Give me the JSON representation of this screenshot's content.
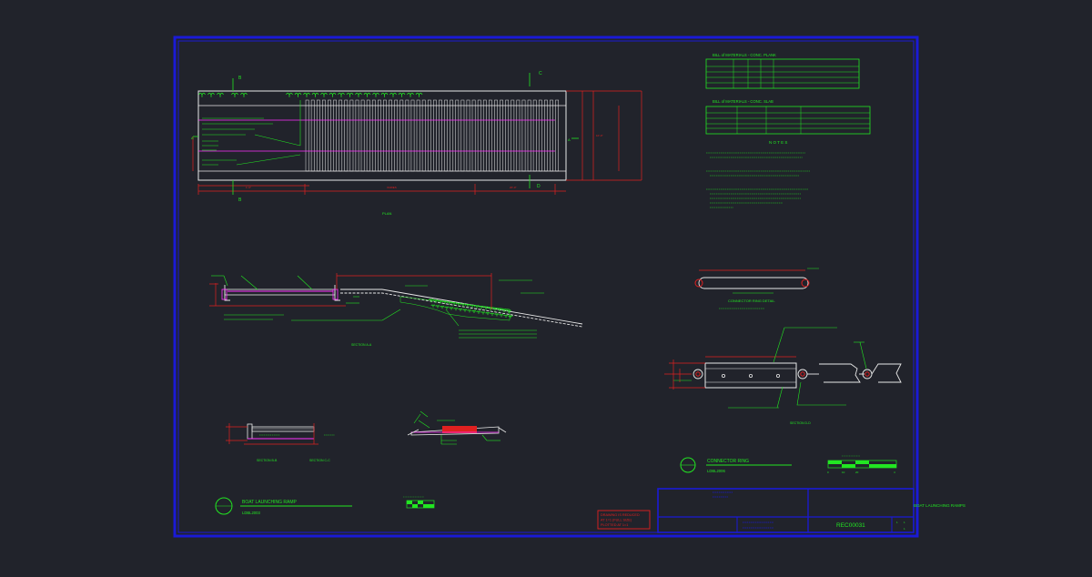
{
  "colors": {
    "background": "#21232b",
    "frame": "#1a1ad6",
    "lines": "#e8e8e8",
    "text": "#22e622",
    "dimensions": "#e02020",
    "magenta": "#ff33ff",
    "title_block": "#1a1ad6"
  },
  "plan": {
    "section_mark_b_top": "B",
    "section_mark_b_bottom": "B",
    "section_mark_c_top": "C",
    "section_mark_d_bottom": "D",
    "section_mark_a_left": "A",
    "section_mark_a_right": "A",
    "label": "PLAN"
  },
  "section_labels": {
    "section_aa": "SECTION A-A",
    "section_bb": "SECTION B-B",
    "section_cc": "SECTION C-C",
    "section_dd": "SECTION D-D"
  },
  "bom": {
    "title1": "BILL of MATERIALS - CONC. PLANK",
    "title2": "BILL of MATERIALS - CONC. SLAB",
    "notes_title": "N O T E S"
  },
  "connector_ring_detail": "CONNECTOR RING DETAIL",
  "connector_block": {
    "title": "CONNECTOR RING",
    "code": "LDBL2006"
  },
  "ramp_block": {
    "title": "BOAT LAUNCHING RAMP",
    "code": "LDBL2003"
  },
  "stamp": {
    "line1": "DRAWING IS REDUCED",
    "line2": "AT 1=1 (FULL SIZE)",
    "line3": "PLOTTED AT 1=1"
  },
  "title_block": {
    "project": "BOAT LAUNCHING RAMPS",
    "sheet": "REC00031"
  }
}
